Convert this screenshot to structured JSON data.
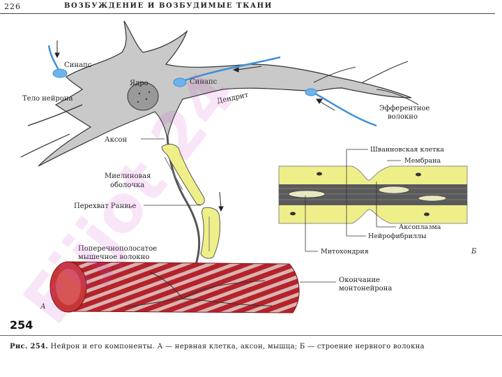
{
  "header": {
    "page_number": "226",
    "running_title": "ВОЗБУЖДЕНИЕ И ВОЗБУДИМЫЕ ТКАНИ"
  },
  "labels": {
    "synapse_left": "Синапс",
    "neuron_body": "Тело нейрона",
    "nucleus": "Ядро",
    "synapse_right": "Синапс",
    "dendrite": "Дендрит",
    "efferent_1": "Эфферентное",
    "efferent_2": "волокно",
    "axon": "Аксон",
    "myelin_1": "Миелиновая",
    "myelin_2": "оболочка",
    "ranvier": "Перехват Ранвье",
    "muscle_1": "Поперечнополосатое",
    "muscle_2": "мышечное волокно",
    "ending_1": "Окончание",
    "ending_2": "монтонейрона",
    "schwann": "Шванновская клетка",
    "membrane": "Мембрана",
    "axoplasm": "Аксоплазма",
    "neurofibrils": "Нейрофибриллы",
    "mitochondria": "Митохондрия",
    "panel_a": "А",
    "panel_b": "Б"
  },
  "figure": {
    "number": "254",
    "caption_prefix": "Рис. 254.",
    "caption_text": " Нейрон и его компоненты. А — нервная клетка, аксон, мышца; Б — строение нервного волокна"
  },
  "watermark": {
    "text": "Fijjot 24"
  },
  "colors": {
    "cell_fill": "#c9c9c9",
    "myelin": "#efef8a",
    "synapse_blue": "#3f8fd6",
    "muscle_red": "#b5222b",
    "watermark": "#cc44cc"
  }
}
